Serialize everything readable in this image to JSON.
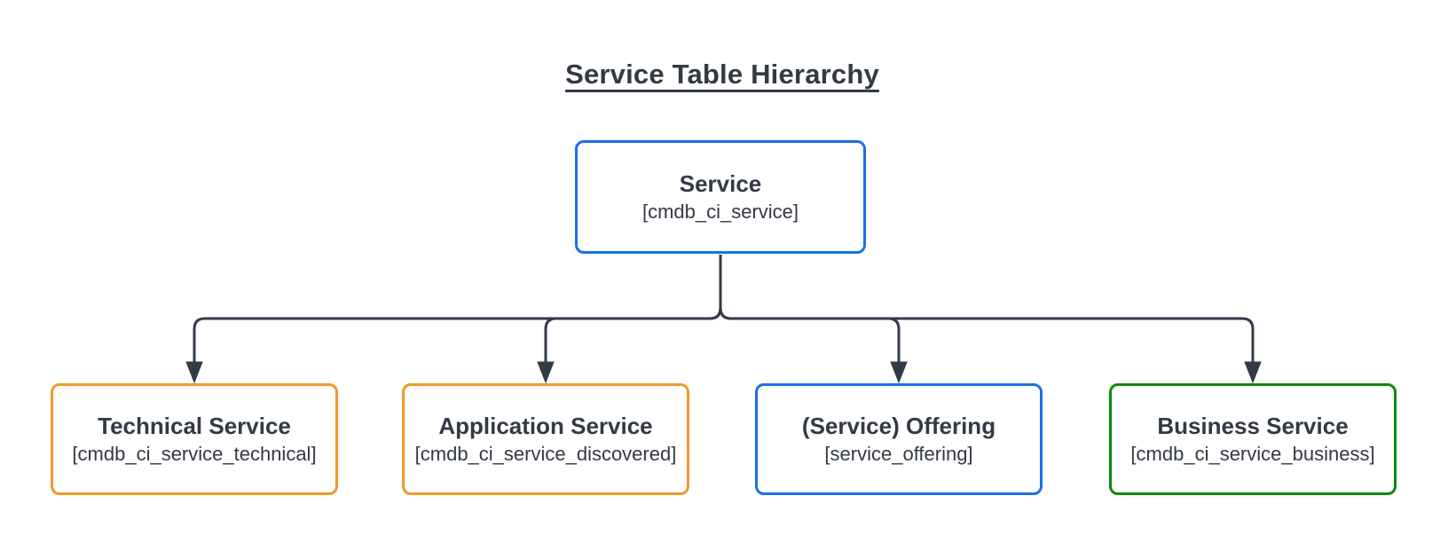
{
  "title": "Service Table Hierarchy",
  "colors": {
    "line": "#333b47",
    "text": "#333a44",
    "blue": "#1871e8",
    "orange": "#f2982d",
    "green": "#0e8a0e"
  },
  "nodes": {
    "root": {
      "label": "Service",
      "table": "[cmdb_ci_service]",
      "accent": "blue"
    },
    "children": [
      {
        "label": "Technical Service",
        "table": "[cmdb_ci_service_technical]",
        "accent": "orange"
      },
      {
        "label": "Application Service",
        "table": "[cmdb_ci_service_discovered]",
        "accent": "orange"
      },
      {
        "label": "(Service) Offering",
        "table": "[service_offering]",
        "accent": "blue"
      },
      {
        "label": "Business Service",
        "table": "[cmdb_ci_service_business]",
        "accent": "green"
      }
    ]
  }
}
